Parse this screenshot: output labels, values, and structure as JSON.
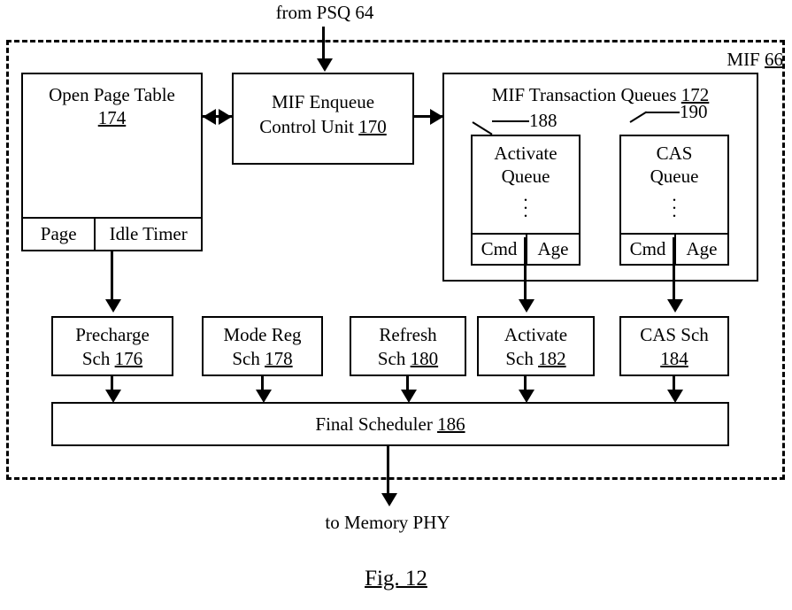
{
  "figure": {
    "caption": "Fig. 12",
    "top_label": "from PSQ 64",
    "bottom_label": "to Memory PHY",
    "region_label_text": "MIF",
    "region_label_ref": "66"
  },
  "blocks": {
    "open_page_table": {
      "title": "Open Page Table",
      "ref": "174",
      "columns": [
        "Page",
        "Idle Timer"
      ]
    },
    "mif_enqueue": {
      "line1": "MIF Enqueue",
      "line2": "Control Unit",
      "ref": "170"
    },
    "transaction_queues": {
      "title": "MIF Transaction Queues",
      "ref": "172",
      "queues": [
        {
          "line1": "Activate",
          "line2": "Queue",
          "ref": "188",
          "columns": [
            "Cmd",
            "Age"
          ]
        },
        {
          "line1": "CAS",
          "line2": "Queue",
          "ref": "190",
          "columns": [
            "Cmd",
            "Age"
          ]
        }
      ]
    },
    "schedulers": [
      {
        "line1": "Precharge",
        "line2": "Sch",
        "ref": "176"
      },
      {
        "line1": "Mode Reg",
        "line2": "Sch",
        "ref": "178"
      },
      {
        "line1": "Refresh",
        "line2": "Sch",
        "ref": "180"
      },
      {
        "line1": "Activate",
        "line2": "Sch",
        "ref": "182"
      },
      {
        "line1": "CAS Sch",
        "line2": "",
        "ref": "184"
      }
    ],
    "final_scheduler": {
      "title": "Final Scheduler",
      "ref": "186"
    }
  },
  "colors": {
    "ink": "#000000",
    "paper": "#ffffff"
  }
}
